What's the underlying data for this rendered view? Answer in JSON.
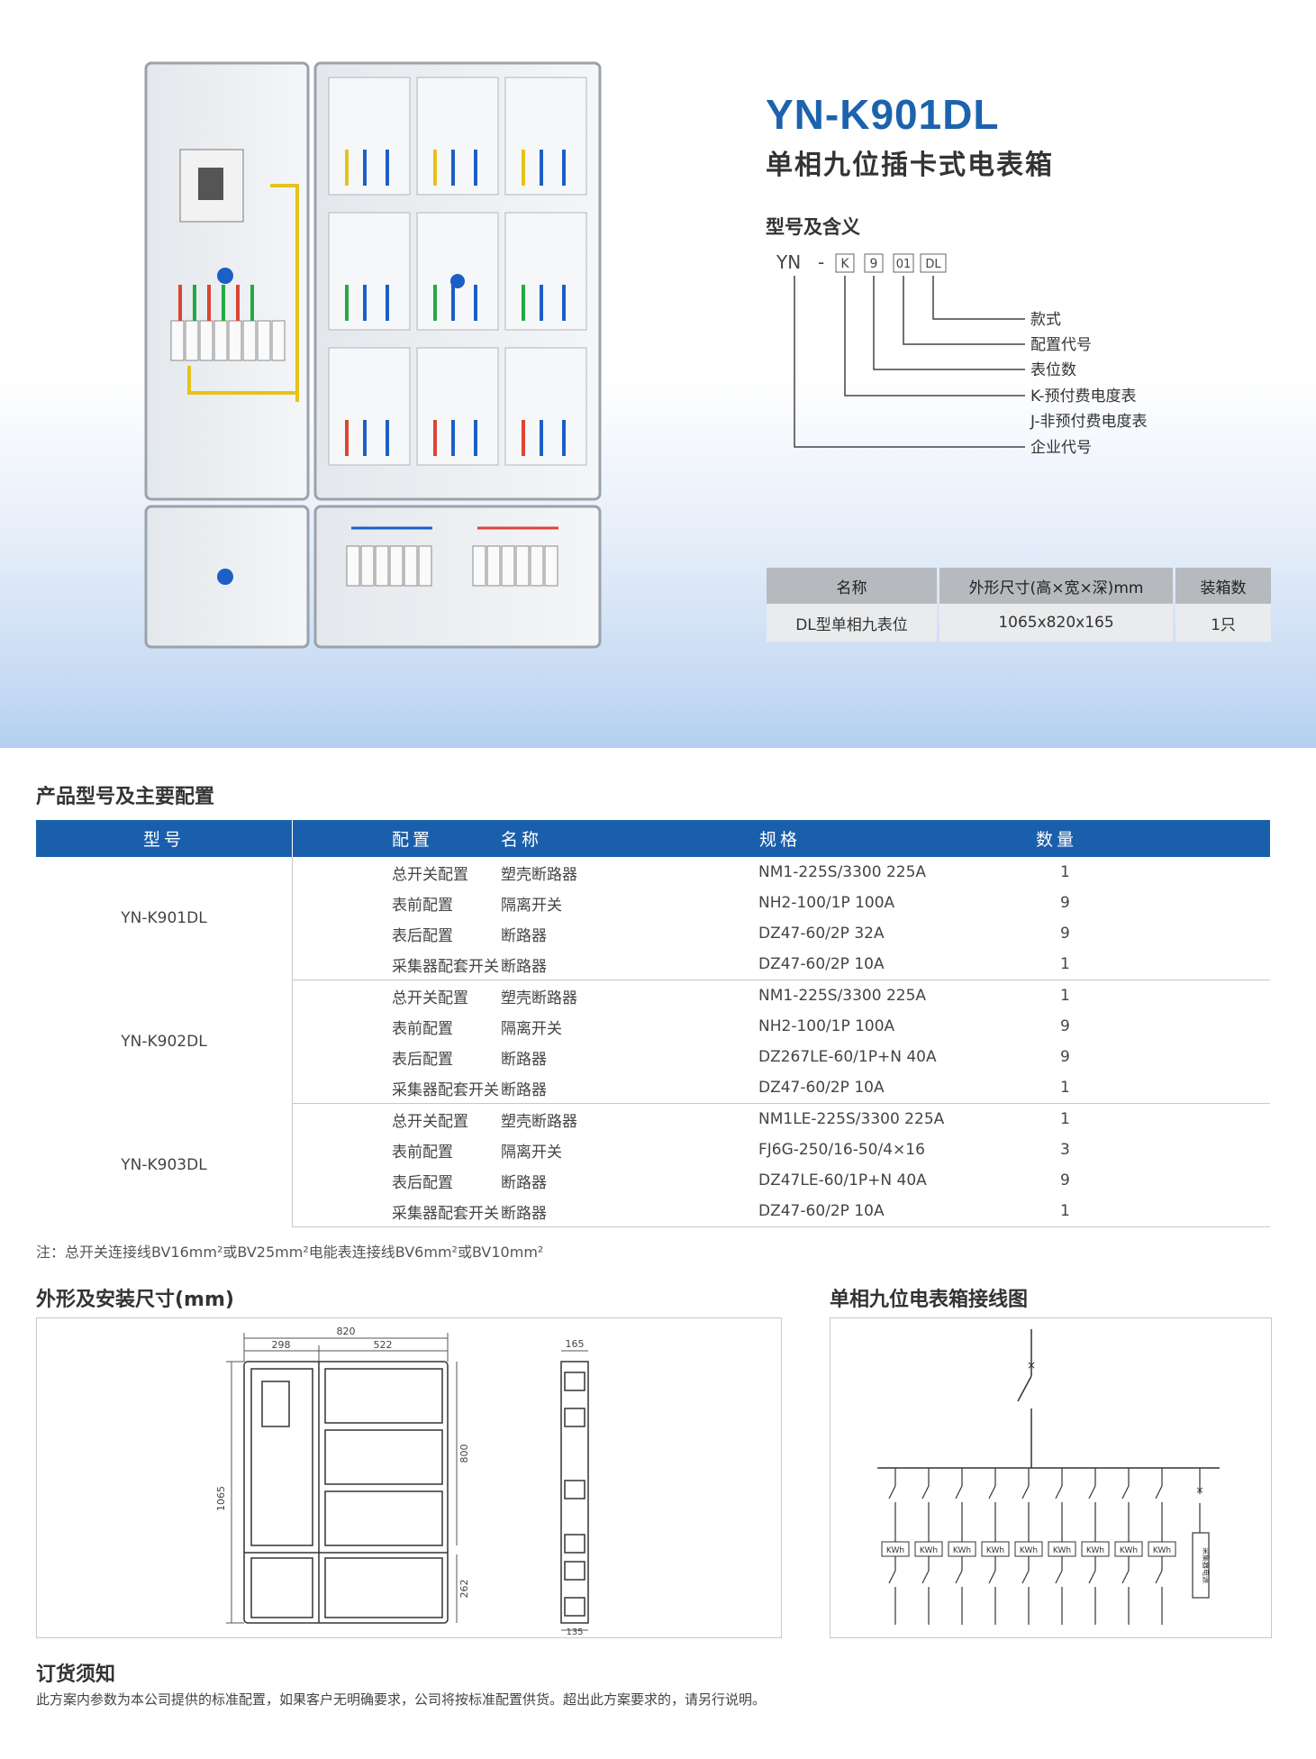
{
  "header": {
    "title": "YN-K901DL",
    "subtitle": "单相九位插卡式电表箱",
    "meaning_heading": "型号及含义"
  },
  "code": {
    "prefix": "YN",
    "dash": "-",
    "boxes": [
      "K",
      "9",
      "01",
      "DL"
    ],
    "labels": [
      "款式",
      "配置代号",
      "表位数",
      "K-预付费电度表",
      "J-非预付费电度表",
      "企业代号"
    ]
  },
  "spec": {
    "headers": [
      "名称",
      "外形尺寸(高×宽×深)mm",
      "装箱数"
    ],
    "row": [
      "DL型单相九表位",
      "1065x820x165",
      "1只"
    ]
  },
  "config": {
    "heading": "产品型号及主要配置",
    "headers": [
      "型号",
      "配置",
      "名称",
      "规格",
      "数量"
    ],
    "groups": [
      {
        "model": "YN-K901DL",
        "rows": [
          [
            "总开关配置",
            "塑壳断路器",
            "NM1-225S/3300 225A",
            "1"
          ],
          [
            "表前配置",
            "隔离开关",
            "NH2-100/1P  100A",
            "9"
          ],
          [
            "表后配置",
            "断路器",
            "DZ47-60/2P  32A",
            "9"
          ],
          [
            "采集器配套开关",
            "断路器",
            "DZ47-60/2P  10A",
            "1"
          ]
        ]
      },
      {
        "model": "YN-K902DL",
        "rows": [
          [
            "总开关配置",
            "塑壳断路器",
            "NM1-225S/3300 225A",
            "1"
          ],
          [
            "表前配置",
            "隔离开关",
            "NH2-100/1P 100A",
            "9"
          ],
          [
            "表后配置",
            "断路器",
            "DZ267LE-60/1P+N 40A",
            "9"
          ],
          [
            "采集器配套开关",
            "断路器",
            "DZ47-60/2P 10A",
            "1"
          ]
        ]
      },
      {
        "model": "YN-K903DL",
        "rows": [
          [
            "总开关配置",
            "塑壳断路器",
            "NM1LE-225S/3300 225A",
            "1"
          ],
          [
            "表前配置",
            "隔离开关",
            "FJ6G-250/16-50/4×16",
            "3"
          ],
          [
            "表后配置",
            "断路器",
            "DZ47LE-60/1P+N 40A",
            "9"
          ],
          [
            "采集器配套开关",
            "断路器",
            "DZ47-60/2P 10A",
            "1"
          ]
        ]
      }
    ],
    "note": "注：总开关连接线BV16mm²或BV25mm²电能表连接线BV6mm²或BV10mm²"
  },
  "dimensions": {
    "heading": "外形及安装尺寸(mm)",
    "width_total": "820",
    "width_left": "298",
    "width_right": "522",
    "height_total": "1065",
    "height_upper": "800",
    "height_lower": "262",
    "depth": "165",
    "depth_bottom": "135"
  },
  "wiring": {
    "heading": "单相九位电表箱接线图",
    "meter_label": "KWh",
    "collector_label": "采集器电源"
  },
  "order": {
    "heading": "订货须知",
    "text": "此方案内参数为本公司提供的标准配置，如果客户无明确要求，公司将按标准配置供货。超出此方案要求的，请另行说明。"
  }
}
